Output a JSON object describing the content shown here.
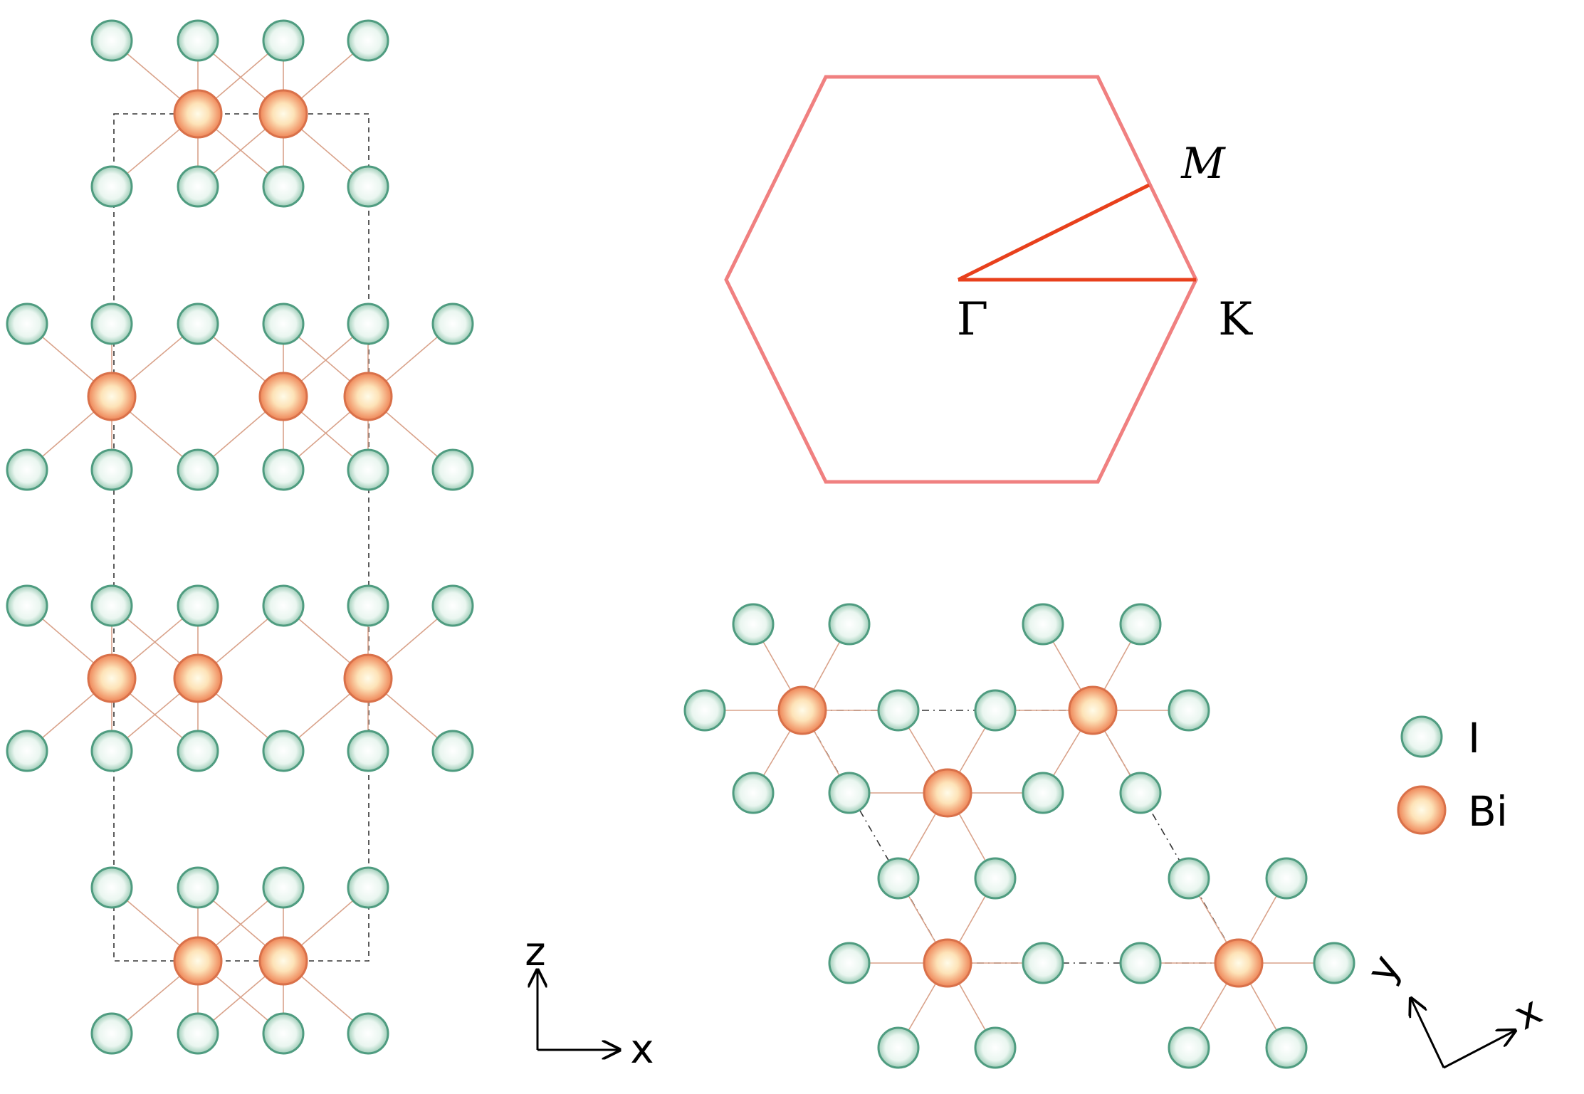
{
  "brillouin_zone": {
    "point_gamma": "Γ",
    "point_k": "K",
    "point_m": "M",
    "colors": {
      "hexagon": "#f08080",
      "path": "#e8401c"
    }
  },
  "side_view_axes": {
    "vertical": "z",
    "horizontal": "x"
  },
  "top_view_axes": {
    "vertical": "y",
    "horizontal": "x"
  },
  "legend": {
    "items": [
      {
        "label": "I",
        "color": "#e8f5ef"
      },
      {
        "label": "Bi",
        "color": "#f59a6a"
      }
    ]
  }
}
